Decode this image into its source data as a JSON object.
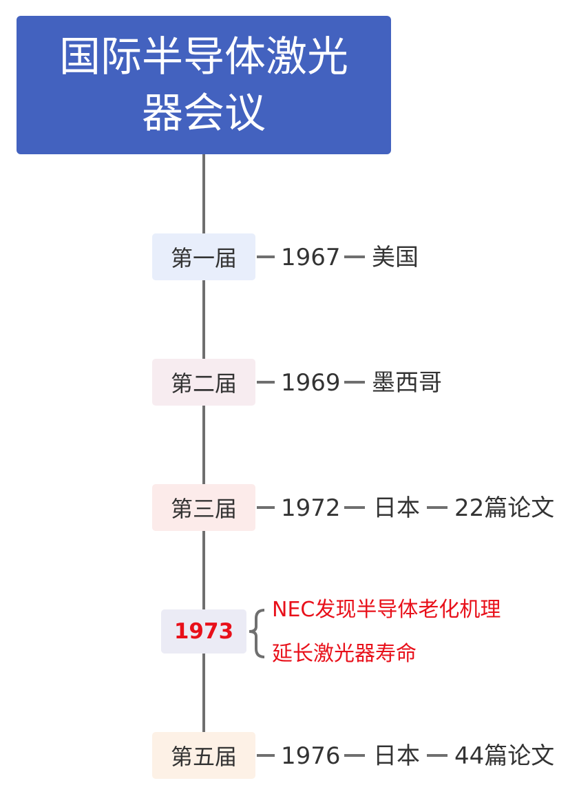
{
  "title": {
    "line1": "国际半导体激光",
    "line2": "器会议"
  },
  "events": [
    {
      "label": "第一届",
      "year": "1967",
      "location": "美国",
      "papers": "",
      "bg": "#e8eefb"
    },
    {
      "label": "第二届",
      "year": "1969",
      "location": "墨西哥",
      "papers": "",
      "bg": "#f7ecf0"
    },
    {
      "label": "第三届",
      "year": "1972",
      "location": "日本",
      "papers": "22篇论文",
      "bg": "#fcebea"
    },
    {
      "label": "1973",
      "notes": [
        "NEC发现半导体老化机理",
        "延长激光器寿命"
      ],
      "bg": "#ebebf5"
    },
    {
      "label": "第五届",
      "year": "1976",
      "location": "日本",
      "papers": "44篇论文",
      "bg": "#fdf1e6"
    }
  ],
  "colors": {
    "title_bg": "#4362bf",
    "line": "#6f6f6f",
    "highlight": "#e8101a"
  }
}
